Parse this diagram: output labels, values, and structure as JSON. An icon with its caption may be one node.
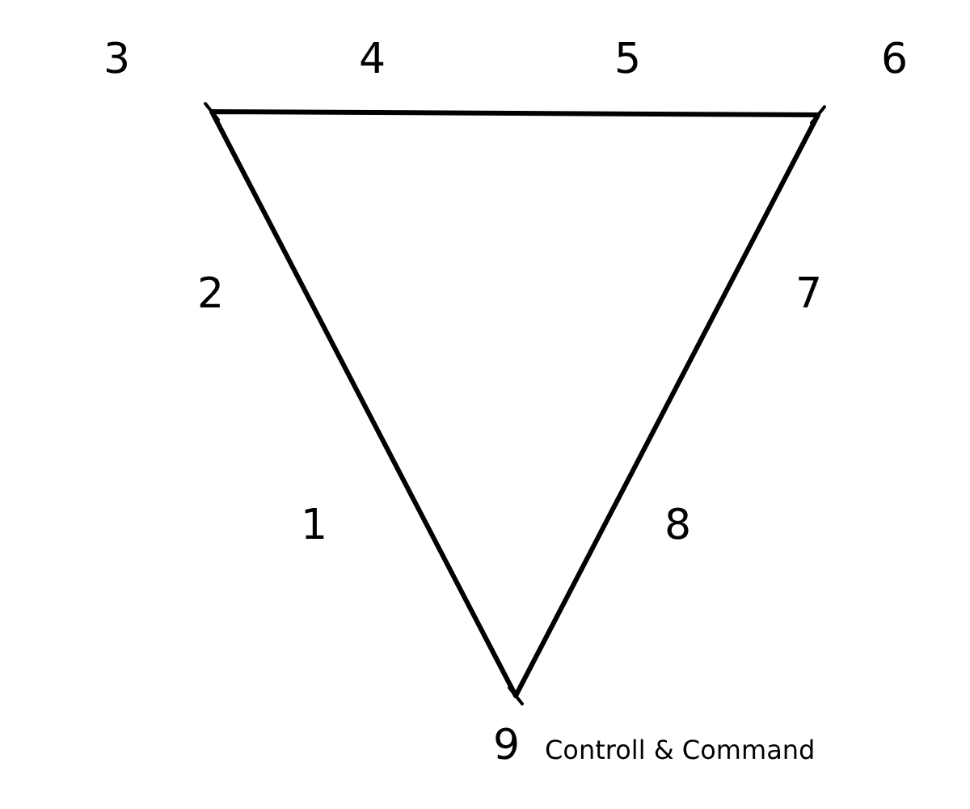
{
  "diagram": {
    "labels": [
      "3",
      "4",
      "5",
      "6",
      "2",
      "7",
      "1",
      "8",
      "9",
      "Controll & Command"
    ]
  }
}
